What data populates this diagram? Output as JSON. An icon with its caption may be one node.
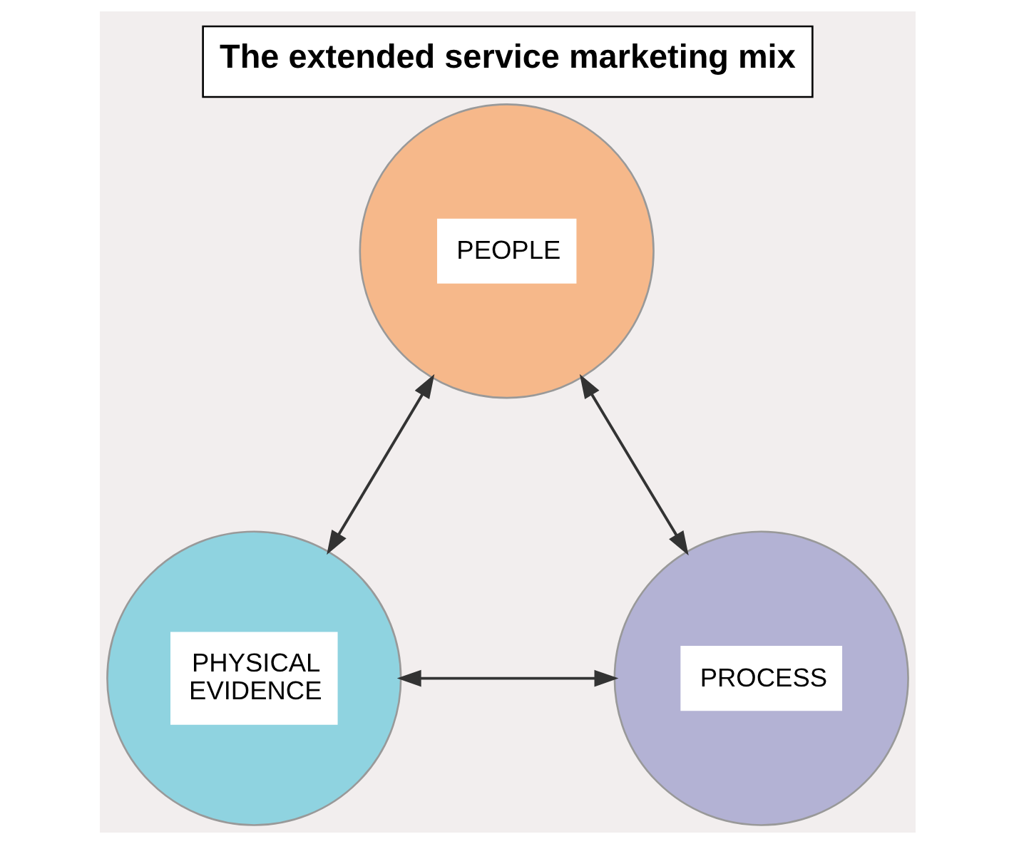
{
  "diagram": {
    "title": "The extended service marketing mix",
    "nodes": [
      {
        "text": [
          "PEOPLE"
        ]
      },
      {
        "text": [
          "PHYSICAL EVIDENCE"
        ]
      },
      {
        "text": [
          "PROCESS"
        ]
      }
    ],
    "edges": [
      {
        "from": 0,
        "to": 1,
        "arrow": "both"
      },
      {
        "from": 0,
        "to": 2,
        "arrow": "both"
      },
      {
        "from": 1,
        "to": 2,
        "arrow": "both"
      }
    ]
  }
}
